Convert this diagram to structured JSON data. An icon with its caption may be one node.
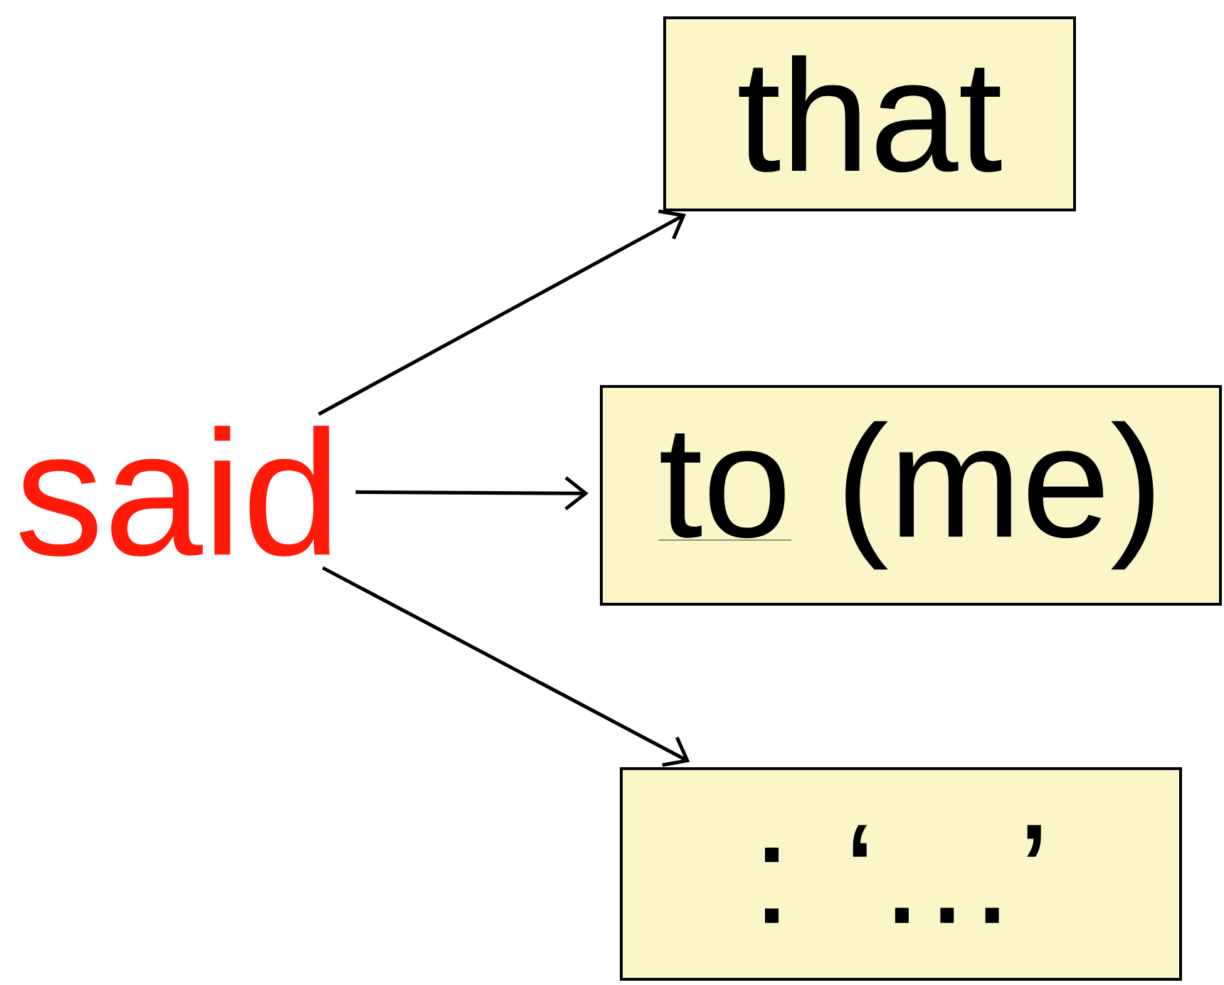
{
  "diagram": {
    "nodes": [
      {
        "text": [
          "said"
        ]
      },
      {
        "text": [
          "that"
        ]
      },
      {
        "text": [
          "to",
          "(me)"
        ]
      },
      {
        "text": [
          ": ‘…’"
        ]
      }
    ],
    "edges": [
      {
        "from": 0,
        "to": 1,
        "arrow": "to"
      },
      {
        "from": 0,
        "to": 2,
        "arrow": "to"
      },
      {
        "from": 0,
        "to": 3,
        "arrow": "to"
      }
    ]
  }
}
